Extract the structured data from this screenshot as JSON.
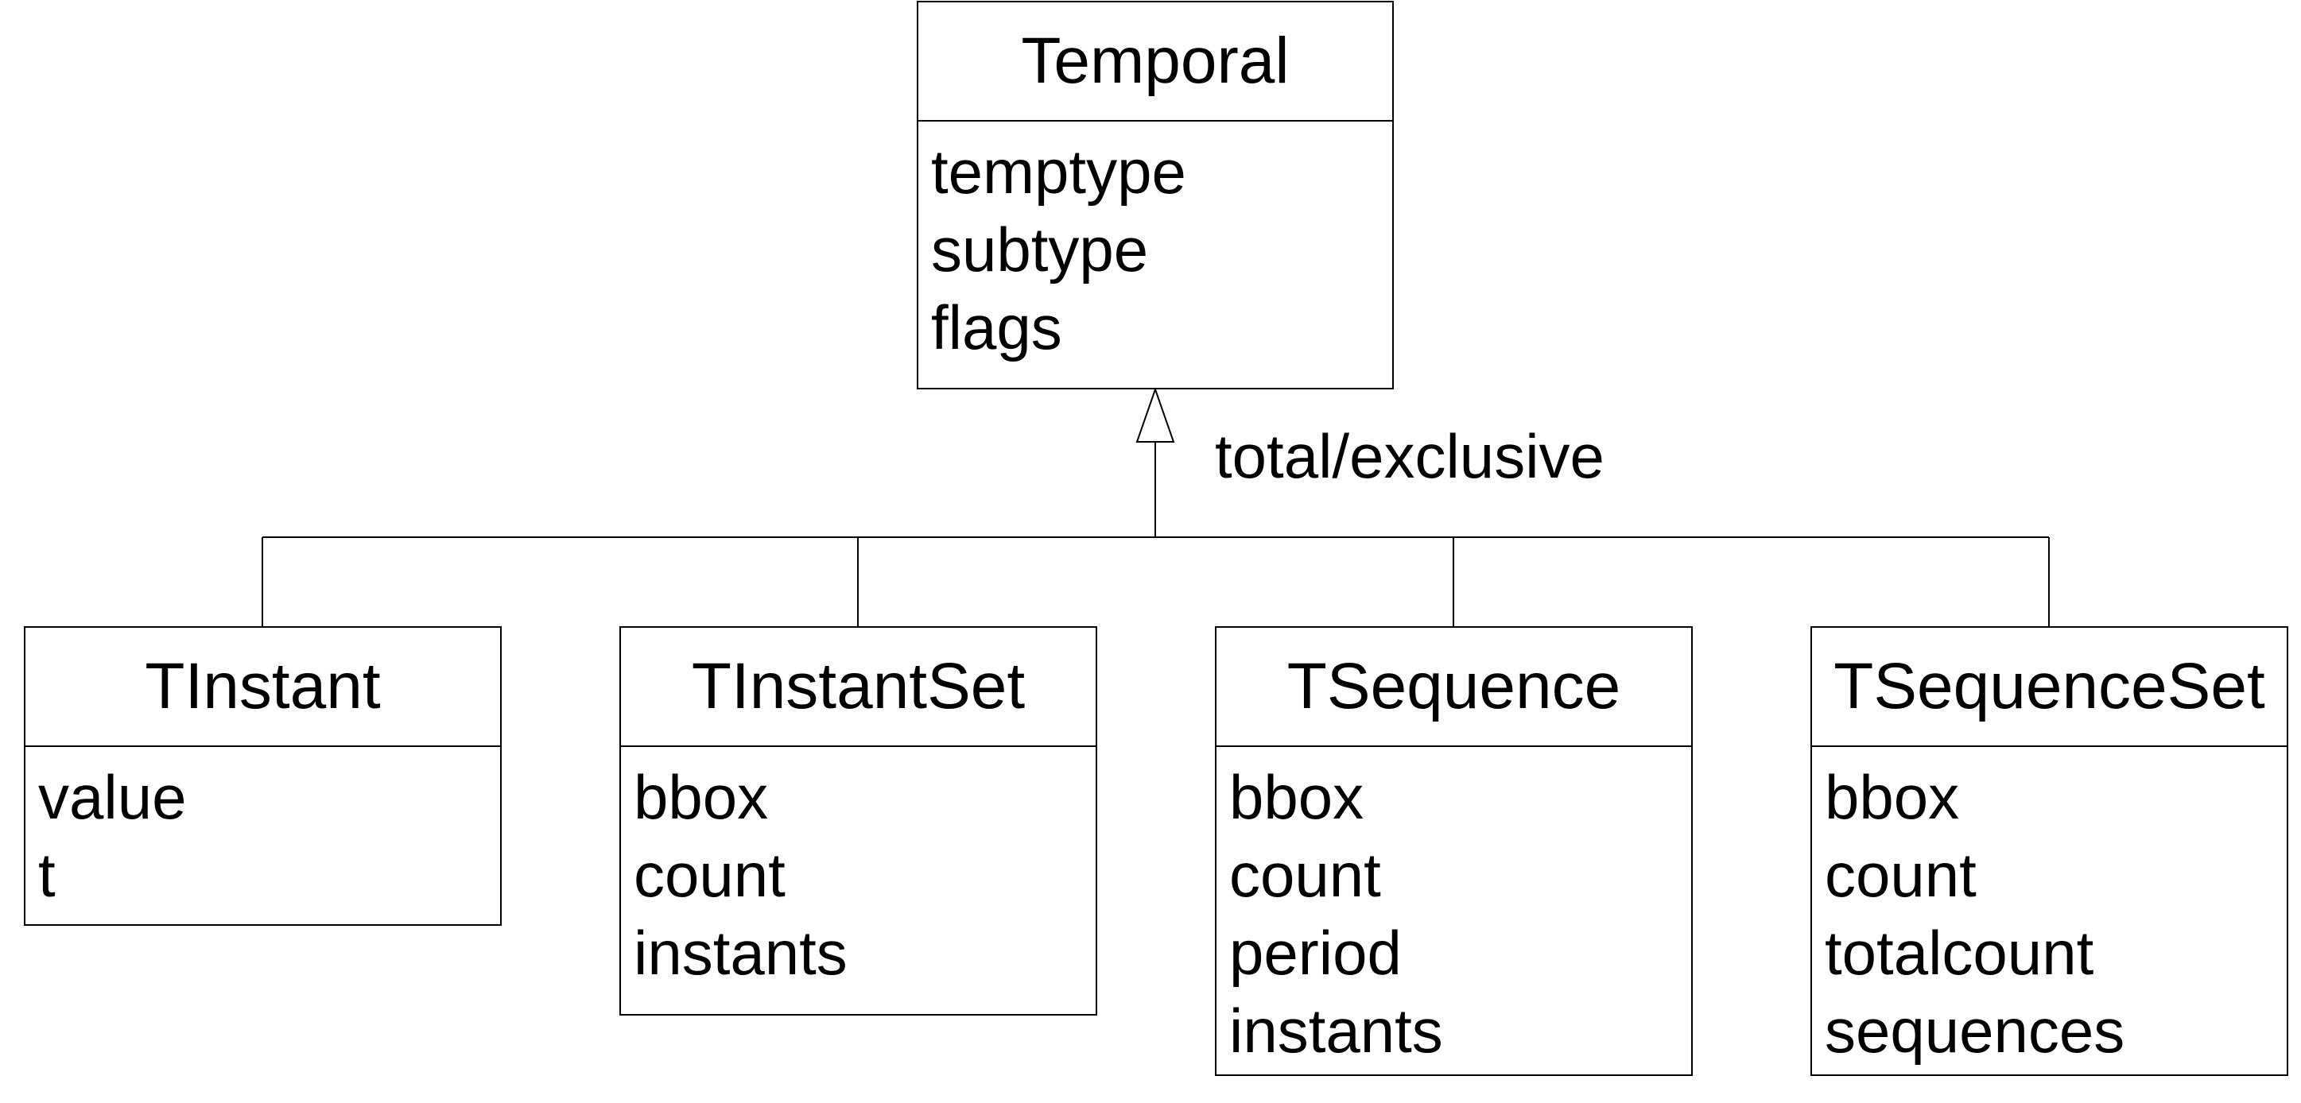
{
  "diagram": {
    "superclass": {
      "name": "Temporal",
      "attributes": [
        "temptype",
        "subtype",
        "flags"
      ]
    },
    "generalization_label": "total/exclusive",
    "subclasses": [
      {
        "name": "TInstant",
        "attributes": [
          "value",
          "t"
        ]
      },
      {
        "name": "TInstantSet",
        "attributes": [
          "bbox",
          "count",
          "instants"
        ]
      },
      {
        "name": "TSequence",
        "attributes": [
          "bbox",
          "count",
          "period",
          "instants"
        ]
      },
      {
        "name": "TSequenceSet",
        "attributes": [
          "bbox",
          "count",
          "totalcount",
          "sequences"
        ]
      }
    ]
  }
}
